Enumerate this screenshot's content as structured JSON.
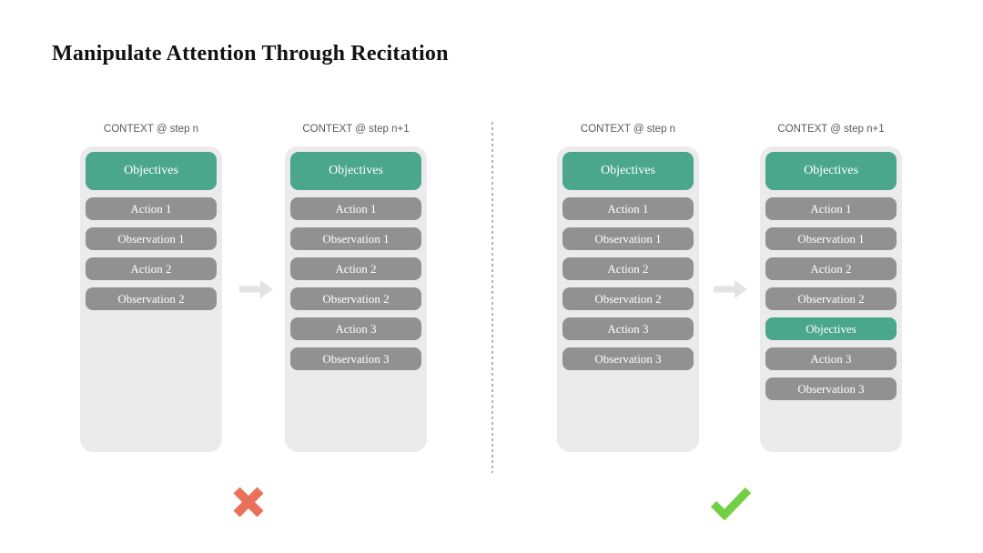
{
  "title": "Manipulate Attention Through Recitation",
  "colors": {
    "title": "#111111",
    "header_text": "#595959",
    "panel": "#ebebeb",
    "gray": "#919191",
    "green": "#4aa78c",
    "arrow": "#e3e3e3",
    "divider": "#b3b3b3",
    "cross": "#e9715b",
    "check": "#72d044"
  },
  "panels": [
    {
      "verdict": "cross",
      "columns": [
        {
          "header": "CONTEXT @ step n",
          "pills": [
            {
              "label": "Objectives",
              "type": "objectives",
              "tall": true
            },
            {
              "label": "Action 1",
              "type": "step"
            },
            {
              "label": "Observation 1",
              "type": "step"
            },
            {
              "label": "Action 2",
              "type": "step"
            },
            {
              "label": "Observation 2",
              "type": "step"
            }
          ]
        },
        {
          "header": "CONTEXT @ step n+1",
          "pills": [
            {
              "label": "Objectives",
              "type": "objectives",
              "tall": true
            },
            {
              "label": "Action 1",
              "type": "step"
            },
            {
              "label": "Observation 1",
              "type": "step"
            },
            {
              "label": "Action 2",
              "type": "step"
            },
            {
              "label": "Observation 2",
              "type": "step"
            },
            {
              "label": "Action 3",
              "type": "step"
            },
            {
              "label": "Observation 3",
              "type": "step"
            }
          ]
        }
      ]
    },
    {
      "verdict": "check",
      "columns": [
        {
          "header": "CONTEXT @ step n",
          "pills": [
            {
              "label": "Objectives",
              "type": "objectives",
              "tall": true
            },
            {
              "label": "Action 1",
              "type": "step"
            },
            {
              "label": "Observation 1",
              "type": "step"
            },
            {
              "label": "Action 2",
              "type": "step"
            },
            {
              "label": "Observation 2",
              "type": "step"
            },
            {
              "label": "Action 3",
              "type": "step"
            },
            {
              "label": "Observation 3",
              "type": "step"
            }
          ]
        },
        {
          "header": "CONTEXT @ step n+1",
          "pills": [
            {
              "label": "Objectives",
              "type": "objectives",
              "tall": true
            },
            {
              "label": "Action 1",
              "type": "step"
            },
            {
              "label": "Observation 1",
              "type": "step"
            },
            {
              "label": "Action 2",
              "type": "step"
            },
            {
              "label": "Observation 2",
              "type": "step"
            },
            {
              "label": "Objectives",
              "type": "objectives"
            },
            {
              "label": "Action 3",
              "type": "step"
            },
            {
              "label": "Observation 3",
              "type": "step"
            }
          ]
        }
      ]
    }
  ]
}
